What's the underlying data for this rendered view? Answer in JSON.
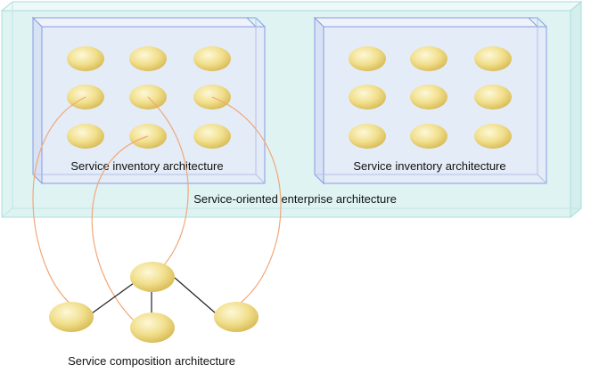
{
  "enterprise": {
    "label": "Service-oriented enterprise architecture"
  },
  "inventories": [
    {
      "label": "Service inventory architecture"
    },
    {
      "label": "Service inventory architecture"
    }
  ],
  "composition": {
    "label": "Service composition architecture"
  },
  "colors": {
    "enterprise_fill": "#dff3f3",
    "enterprise_edge": "#a8dcdc",
    "inventory_fill": "#e4ecf8",
    "inventory_edge": "#8a9ae0",
    "service_light": "#fbf3c4",
    "service_dark": "#d8bb55",
    "link_curve": "#f0a878",
    "link_line": "#222222"
  }
}
